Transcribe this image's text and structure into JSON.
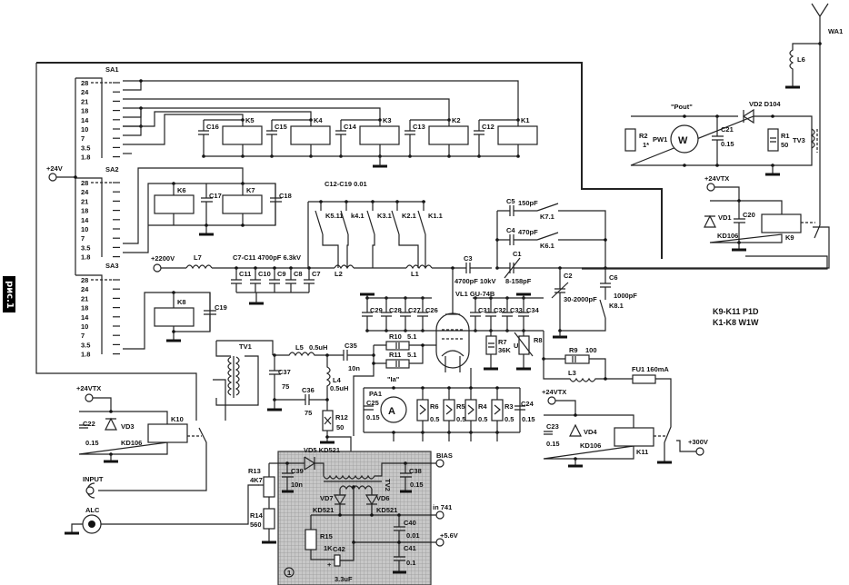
{
  "figure_label": "рис.1",
  "switches": {
    "sa1": {
      "name": "SA1",
      "positions": [
        "28",
        "24",
        "21",
        "18",
        "14",
        "10",
        "7",
        "3.5",
        "1.8"
      ]
    },
    "sa2": {
      "name": "SA2",
      "positions": [
        "28",
        "24",
        "21",
        "18",
        "14",
        "10",
        "7",
        "3.5",
        "1.8"
      ]
    },
    "sa3": {
      "name": "SA3",
      "positions": [
        "28",
        "24",
        "21",
        "18",
        "14",
        "10",
        "7",
        "3.5",
        "1.8"
      ]
    }
  },
  "supply": {
    "plus24v": "+24V",
    "plus2200v": "+2200V",
    "plus24vtx_1": "+24VTX",
    "plus24vtx_2": "+24VTX",
    "plus24vtx_3": "+24VTX",
    "plus300v": "+300V",
    "plus5v6": "+5.6V"
  },
  "relays": {
    "k1": "K1",
    "k2": "K2",
    "k3": "K3",
    "k4": "K4",
    "k5": "K5",
    "k6": "K6",
    "k7": "K7",
    "k8": "K8",
    "k9": "K9",
    "k10": "K10",
    "k11": "K11"
  },
  "relay_contacts": {
    "k11c": "K1.1",
    "k21c": "K2.1",
    "k31c": "K3.1",
    "k41c": "k4.1",
    "k51c": "K5.11",
    "k71c": "K7.1",
    "k61c": "K6.1",
    "k81c": "K8.1"
  },
  "capacitors": {
    "c12": "C12",
    "c13": "C13",
    "c14": "C14",
    "c15": "C15",
    "c16": "C16",
    "c17": "C17",
    "c18": "C18",
    "c19": "C19",
    "c7": "C7",
    "c8": "C8",
    "c9": "C9",
    "c10": "C10",
    "c11": "C11",
    "c7_c11_note": "C7-C11 4700pF 6.3kV",
    "c12_c19_note": "C12-C19  0.01",
    "c1": "C1",
    "c1_val": "8-158pF",
    "c2": "C2",
    "c2_val": "30-2000pF",
    "c3": "C3",
    "c3_val": "4700pF 10kV",
    "c4": "C4",
    "c4_val": "470pF",
    "c5": "C5",
    "c5_val": "150pF",
    "c6": "C6",
    "c6_val": "1000pF",
    "c20": "C20",
    "c21": "C21",
    "c21_val": "0.15",
    "c22": "C22",
    "c22_val": "0.15",
    "c23": "C23",
    "c23_val": "0.15",
    "c24": "C24",
    "c24_val": "0.15",
    "c25": "C25",
    "c25_val": "0.15",
    "c26": "C26",
    "c27": "C27",
    "c28": "C28",
    "c29": "C29",
    "c31": "C31",
    "c32": "C32",
    "c33": "C33",
    "c34": "C34",
    "c35": "C35",
    "c35_val": "10n",
    "c36": "C36",
    "c36_val": "75",
    "c37": "C37",
    "c37_val": "75",
    "c38": "C38",
    "c38_val": "0.15",
    "c39": "C39",
    "c39_val": "10n",
    "c40": "C40",
    "c40_val": "0.01",
    "c41": "C41",
    "c41_val": "0.1",
    "c42": "C42",
    "c42_val": "3.3uF"
  },
  "inductors": {
    "l1": "L1",
    "l2": "L2",
    "l3": "L3",
    "l4": "L4",
    "l4_val": "0.5uH",
    "l5": "L5",
    "l5_val": "0.5uH",
    "l6": "L6",
    "l7": "L7"
  },
  "resistors": {
    "r1": "R1",
    "r1_val": "50",
    "r2": "R2",
    "r2_val": "1*",
    "r3": "R3",
    "r3_val": "0.5",
    "r4": "R4",
    "r4_val": "0.5",
    "r5": "R5",
    "r5_val": "0.5",
    "r6": "R6",
    "r6_val": "0.5",
    "r7": "R7",
    "r7_val": "36K",
    "r8": "R8",
    "r9": "R9",
    "r9_val": "100",
    "r10": "R10",
    "r10_val": "5.1",
    "r11": "R11",
    "r11_val": "5.1",
    "r12": "R12",
    "r12_val": "50",
    "r13": "R13",
    "r13_val": "4K7",
    "r14": "R14",
    "r14_val": "560",
    "r15": "R15",
    "r15_val": "1K"
  },
  "semis": {
    "vd1": "VD1",
    "vd1_type": "KD106",
    "vd2": "VD2 D104",
    "vd3": "VD3",
    "vd3_type": "KD106",
    "vd4": "VD4",
    "vd4_type": "KD106",
    "vd5": "VD5  KD521",
    "vd6": "VD6",
    "vd6_type": "KD521",
    "vd7": "VD7",
    "vd7_type": "KD521",
    "vl1": "VL1  GU-74B"
  },
  "transformers": {
    "tv1": "TV1",
    "tv2": "TV2",
    "tv3": "TV3"
  },
  "meters": {
    "pw1": "PW1",
    "pw1_glyph": "W",
    "pw1_caption": "\"Pout\"",
    "pa1": "PA1",
    "pa1_glyph": "A",
    "pa1_caption": "\"Ia\""
  },
  "misc": {
    "fu1": "FU1  160mA",
    "wa1": "WA1",
    "input": "INPUT",
    "alc": "ALC",
    "bias": "BIAS",
    "in741": "in 741",
    "module_no": "1",
    "note1": "K9-K11  P1D",
    "note2": "K1-K8  W1W",
    "u_mark": "U"
  }
}
